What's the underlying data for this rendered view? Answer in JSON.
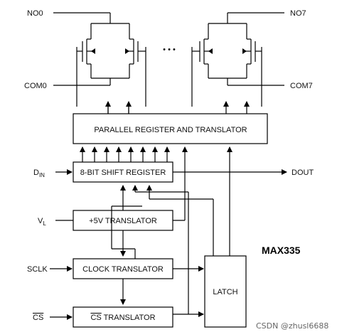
{
  "pins": {
    "no0": "NO0",
    "no7": "NO7",
    "com0": "COM0",
    "com7": "COM7",
    "din_main": "D",
    "din_sub": "IN",
    "vl_main": "V",
    "vl_sub": "L",
    "sclk": "SCLK",
    "cs": "CS",
    "dout": "DOUT"
  },
  "blocks": {
    "parallel_register": "PARALLEL REGISTER AND TRANSLATOR",
    "shift_register": "8-BIT SHIFT REGISTER",
    "v5_translator": "+5V TRANSLATOR",
    "clock_translator": "CLOCK TRANSLATOR",
    "cs_translator_prefix": "CS",
    "cs_translator_suffix": " TRANSLATOR",
    "latch": "LATCH"
  },
  "ellipsis": "• • •",
  "part_number": "MAX335",
  "watermark": "CSDN @zhusl6688"
}
